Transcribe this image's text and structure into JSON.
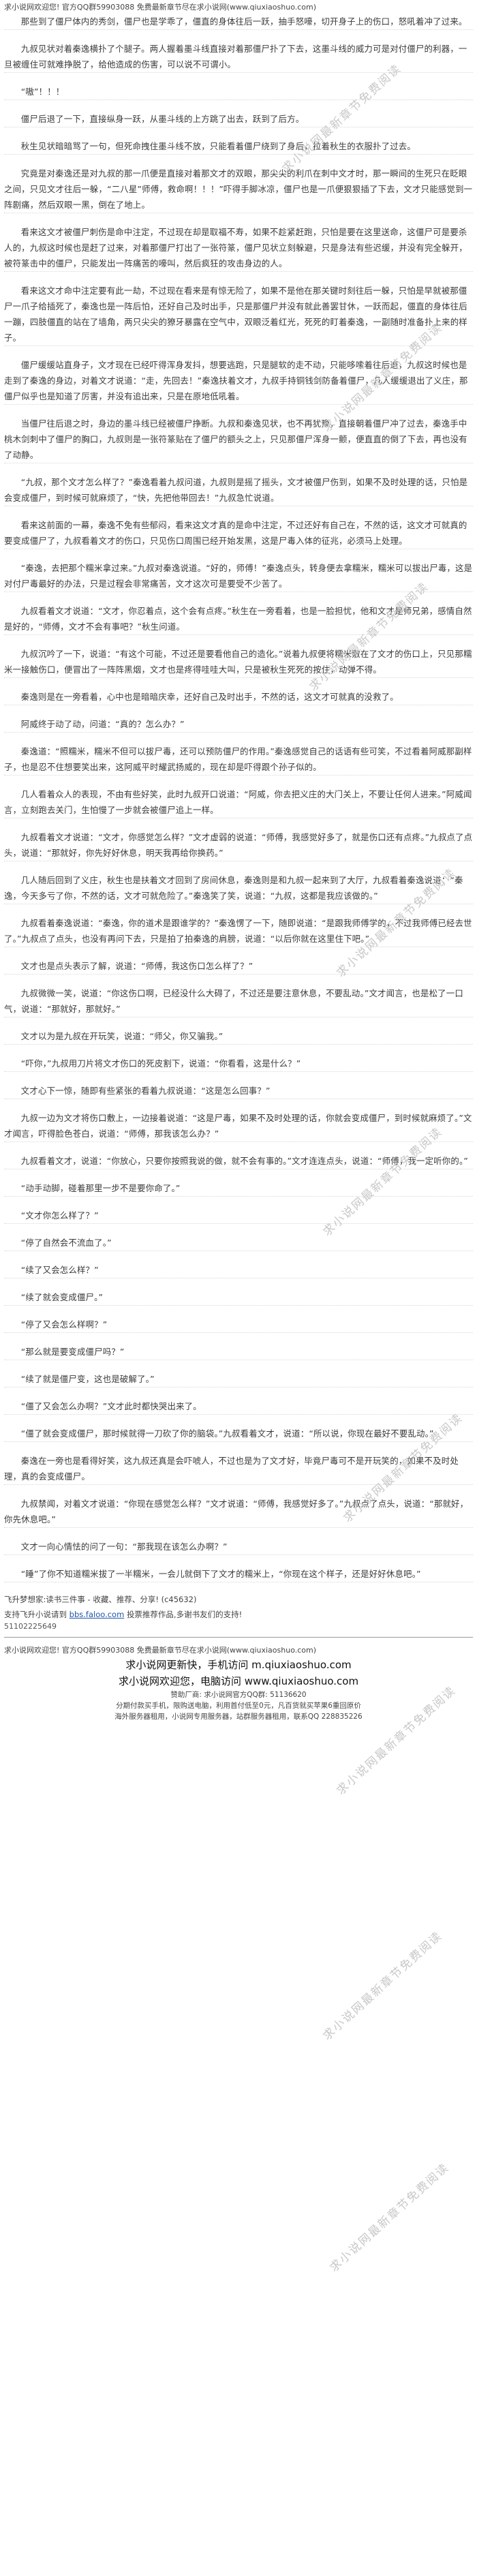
{
  "header": {
    "top_notice": "求小说网欢迎您! 官方QQ群59903088 免费最新章节尽在求小说网(www.qiuxiaoshuo.com)"
  },
  "watermark": {
    "text": "求小说网最新章节免费阅读"
  },
  "article": {
    "paragraphs": [
      "那些到了僵尸体内的秀剑，僵尸也是学乖了，僵直的身体往后一跃，抽手怒嚎，切开身子上的伤口，怒吼着冲了过来。",
      "九叔见状对着秦逸横扑了个腿子。两人握着墨斗线直接对着那僵尸扑了下去，这墨斗线的威力可是对付僵尸的利器，一旦被缠住可就难挣脱了，给他造成的伤害，可以说不可谓小。",
      "“嗷”！！！",
      "僵尸后退了一下，直接纵身一跃，从墨斗线的上方跳了出去，跃到了后方。",
      "秋生见状暗暗骂了一句，但死命拽住墨斗线不放，只能看着僵尸绕到了身后，拉着秋生的衣服扑了过去。",
      "究竟是对秦逸还是对九叔的那一爪便是直接对着那文才的双眼，那尖尖的利爪在刺中文才时，那一瞬间的生死只在眨眼之间，只见文才往后一躲，“二八星”师傅，救命啊！！！”吓得手脚冰凉，僵尸也是一爪便狠狠插了下去，文才只能感觉到一阵剧痛，然后双眼一黑，倒在了地上。",
      "看来这文才被僵尸刺伤是命中注定，不过现在却是取福不寿，如果不趁紧赶跑，只怕是要在这里送命，这僵尸可是要杀人的，九叔这时候也是赶了过来，对着那僵尸打出了一张符篆，僵尸见状立刻躲避，只是身法有些迟缓，并没有完全躲开，被符篆击中的僵尸，只能发出一阵痛苦的嚎叫，然后疯狂的攻击身边的人。",
      "看来这文才命中注定要有此一劫，不过现在看来是有惊无险了，如果不是他在那关键时刻往后一躲，只怕是早就被那僵尸一爪子给插死了，秦逸也是一阵后怕，还好自己及时出手，只是那僵尸并没有就此善罢甘休，一跃而起，僵直的身体往后一蹦，四肢僵直的站在了墙角，两只尖尖的獠牙暴露在空气中，双眼泛着红光，死死的盯着秦逸，一副随时准备扑上来的样子。",
      "僵尸缓缓站直身子，文才现在已经吓得浑身发抖，想要逃跑，只是腿软的走不动，只能哆嗦着往后退，九叔这时候也是走到了秦逸的身边，对着文才说道：“走，先回去！”秦逸扶着文才，九叔手持铜钱剑防备着僵尸，几人缓缓退出了义庄，那僵尸似乎也是知道了厉害，并没有追出来，只是在原地低吼着。",
      "当僵尸往后退之时，身边的墨斗线已经被僵尸挣断。九叔和秦逸见状，也不再犹豫，直接朝着僵尸冲了过去，秦逸手中桃木剑刺中了僵尸的胸口，九叔则是一张符篆贴在了僵尸的额头之上，只见那僵尸浑身一颤，便直直的倒了下去，再也没有了动静。",
      "“九叔，那个文才怎么样了？”秦逸看着九叔问道，九叔则是摇了摇头，文才被僵尸伤到，如果不及时处理的话，只怕是会变成僵尸，到时候可就麻烦了，“快，先把他带回去！”九叔急忙说道。",
      "看来这前面的一幕，秦逸不免有些郁闷，看来这文才真的是命中注定，不过还好有自己在，不然的话，这文才可就真的要变成僵尸了，九叔看着文才的伤口，只见伤口周围已经开始发黑，这是尸毒入体的征兆，必须马上处理。",
      "“秦逸，去把那个糯米拿过来。”九叔对秦逸说道。“好的，师傅！”秦逸点头，转身便去拿糯米，糯米可以拔出尸毒，这是对付尸毒最好的办法，只是过程会非常痛苦，文才这次可是要受不少苦了。",
      "九叔看着文才说道：“文才，你忍着点，这个会有点疼。”秋生在一旁看着，也是一脸担忧，他和文才是师兄弟，感情自然是好的，“师傅，文才不会有事吧？”秋生问道。",
      "九叔沉吟了一下，说道：“有这个可能，不过还是要看他自己的造化。”说着九叔便将糯米敷在了文才的伤口上，只见那糯米一接触伤口，便冒出了一阵阵黑烟，文才也是疼得哇哇大叫，只是被秋生死死的按住，动弹不得。",
      "秦逸则是在一旁看着，心中也是暗暗庆幸，还好自己及时出手，不然的话，这文才可就真的没救了。",
      "阿威终于动了动，问道：“真的？怎么办？”",
      "秦逸道：“照糯米，糯米不但可以拔尸毒，还可以预防僵尸的作用。”秦逸感觉自己的话语有些可笑，不过看着阿威那副样子，也是忍不住想要笑出来，这阿威平时耀武扬威的，现在却是吓得跟个孙子似的。",
      "几人看着众人的表现，不由有些好笑，此时九叔开口说道：“阿威，你去把义庄的大门关上，不要让任何人进来。”阿威闻言，立刻跑去关门，生怕慢了一步就会被僵尸追上一样。",
      "九叔看着文才说道：“文才，你感觉怎么样？”文才虚弱的说道：“师傅，我感觉好多了，就是伤口还有点疼。”九叔点了点头，说道：“那就好，你先好好休息，明天我再给你换药。”",
      "几人随后回到了义庄，秋生也是扶着文才回到了房间休息，秦逸则是和九叔一起来到了大厅，九叔看着秦逸说道：“秦逸，今天多亏了你，不然的话，文才可就危险了。”秦逸笑了笑，说道：“九叔，这都是我应该做的。”",
      "九叔看着秦逸说道：“秦逸，你的道术是跟谁学的？”秦逸愣了一下，随即说道：“是跟我师傅学的，不过我师傅已经去世了。”九叔点了点头，也没有再问下去，只是拍了拍秦逸的肩膀，说道：“以后你就在这里住下吧。”",
      "文才也是点头表示了解，说道：“师傅，我这伤口怎么样了？”",
      "九叔微微一笑，说道：“你这伤口啊，已经没什么大碍了，不过还是要注意休息，不要乱动。”文才闻言，也是松了一口气，说道：“那就好，那就好。”",
      "文才以为是九叔在开玩笑，说道：“师父，你又骗我。”",
      "“吓你，”九叔用刀片将文才伤口的死皮割下，说道：“你看看，这是什么？”",
      "文才心下一惊，随即有些紧张的看着九叔说道：“这是怎么回事？”",
      "九叔一边为文才将伤口敷上，一边接着说道：“这是尸毒，如果不及时处理的话，你就会变成僵尸，到时候就麻烦了。”文才闻言，吓得脸色苍白，说道：“师傅，那我该怎么办？”",
      "九叔看着文才，说道：“你放心，只要你按照我说的做，就不会有事的。”文才连连点头，说道：“师傅，我一定听你的。”",
      "“动手动脚，碰着那里一步不是要你命了。”",
      "“文才你怎么样了？”",
      "“停了自然会不流血了。”",
      "“续了又会怎么样？”",
      "“续了就会变成僵尸。”",
      "“停了又会怎么样啊？”",
      "“那么就是要变成僵尸吗？”",
      "“续了就是僵尸变，这也是破解了。”",
      "“僵了又会怎么办啊？”文才此时都快哭出来了。",
      "“僵了就会变成僵尸，那时候就得一刀砍了你的脑袋。”九叔看着文才，说道：“所以说，你现在最好不要乱动。”",
      "秦逸在一旁也是看得好笑，这九叔还真是会吓唬人，不过也是为了文才好，毕竟尸毒可不是开玩笑的，如果不及时处理，真的会变成僵尸。",
      "九叔禁闻，对着文才说道：“你现在感觉怎么样？”文才说道：“师傅，我感觉好多了。”九叔点了点头，说道：“那就好，你先休息吧。”",
      "文才一向心情怯的问了一句：“那我现在该怎么办啊？”",
      "“睡”了你不知道糯米拔了一半糯米，一会儿就倒下了文才的糯米上，“你现在这个样子，还是好好休息吧。”"
    ]
  },
  "support": {
    "prefix": "飞升梦想家:读书三件事 - 收藏、推荐、分享!",
    "code": "(c45632)",
    "line2_prefix": "支持飞升小说请到",
    "link": "bbs.faloo.com",
    "line2_suffix": "投票推荐作品,多谢书友们的支持!",
    "number": "51102225649"
  },
  "footer": {
    "notice": "求小说网欢迎您! 官方QQ群59903088 免费最新章节尽在求小说网(www.qiuxiaoshuo.com)",
    "promo1": "求小说网更新快，手机访问 m.qiuxiaoshuo.com",
    "promo2": "求小说网欢迎您，电脑访问 www.qiuxiaoshuo.com",
    "small1": "赞助厂商: 求小说网官方QQ群: 51136620",
    "small2": "分期付款买手机，限购送电脑，利用首付低至0元，凡百货就买苹果6重回原价",
    "small3": "海外服务器租用，小说网专用服务器，站群服务器租用，联系QQ 228835226"
  }
}
